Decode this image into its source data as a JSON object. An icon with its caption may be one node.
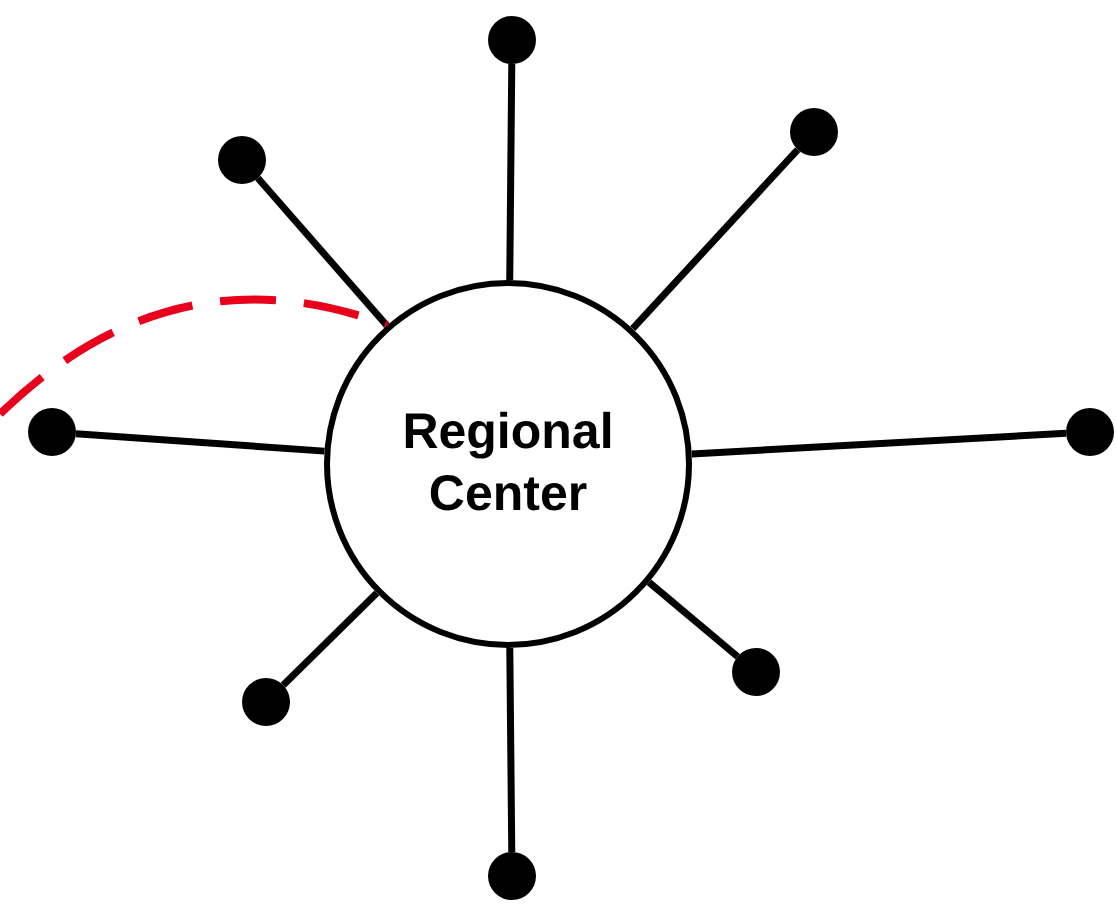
{
  "diagram": {
    "nodes": [
      {
        "text": [
          "Regional Center"
        ]
      },
      {
        "text": [],
        "shape": "circle"
      },
      {
        "text": [],
        "shape": "circle"
      },
      {
        "text": [],
        "shape": "circle"
      },
      {
        "text": [],
        "shape": "circle"
      },
      {
        "text": [],
        "shape": "circle"
      },
      {
        "text": [],
        "shape": "circle"
      },
      {
        "text": [],
        "shape": "circle"
      },
      {
        "text": [],
        "shape": "circle"
      }
    ],
    "edges": [
      {
        "from": 0,
        "to": 1,
        "arrow": "none"
      },
      {
        "from": 0,
        "to": 2,
        "arrow": "none"
      },
      {
        "from": 0,
        "to": 3,
        "arrow": "none"
      },
      {
        "from": 0,
        "to": 4,
        "arrow": "none"
      },
      {
        "from": 0,
        "to": 5,
        "arrow": "none"
      },
      {
        "from": 0,
        "to": 6,
        "arrow": "none"
      },
      {
        "from": 0,
        "to": 7,
        "arrow": "none"
      },
      {
        "from": 0,
        "to": 8,
        "arrow": "none"
      },
      {
        "from": null,
        "to": 0,
        "arrow": "none",
        "style": "dashed",
        "color": "#e8001c"
      }
    ]
  }
}
